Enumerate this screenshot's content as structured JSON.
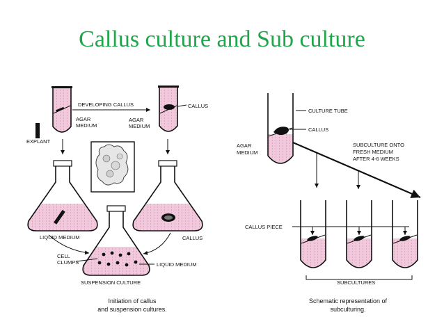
{
  "title": "Callus culture and Sub culture",
  "left_panel": {
    "labels": {
      "developing_callus": "DEVELOPING CALLUS",
      "callus_top": "CALLUS",
      "agar_medium_1": "AGAR\nMEDIUM",
      "agar_medium_2": "AGAR\nMEDIUM",
      "explant": "EXPLANT",
      "liquid_medium_left": "LIQUID MEDIUM",
      "callus_right": "CALLUS",
      "cell_clumps": "CELL\nCLUMPS",
      "liquid_medium_bottom": "LIQUID MEDIUM",
      "suspension_culture": "SUSPENSION CULTURE"
    },
    "caption": [
      "Initiation of callus",
      "and suspension cultures."
    ]
  },
  "right_panel": {
    "labels": {
      "culture_tube": "CULTURE TUBE",
      "callus": "CALLUS",
      "agar_medium": "AGAR\nMEDIUM",
      "subculture_onto": "SUBCULTURE ONTO\nFRESH MEDIUM\nAFTER 4-6 WEEKS",
      "callus_piece": "CALLUS PIECE",
      "subcultures": "SUBCULTURES"
    },
    "caption": [
      "Schematic representation of",
      "subculturing."
    ]
  },
  "colors": {
    "title": "#1fa64a",
    "medium": "#f2c9dc"
  }
}
